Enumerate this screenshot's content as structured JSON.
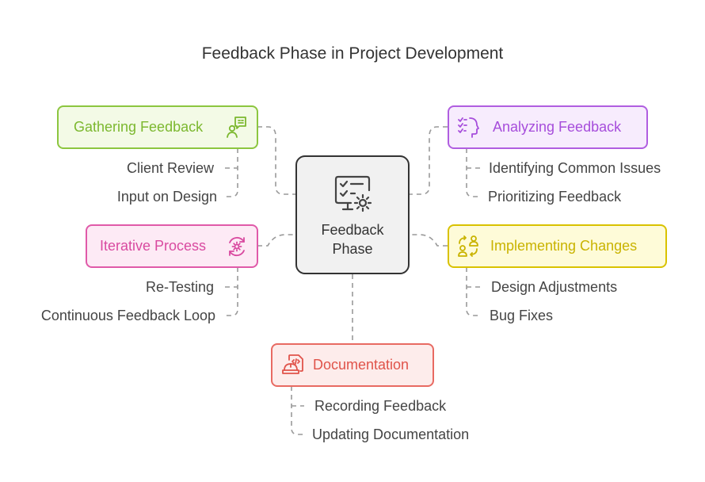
{
  "title": "Feedback Phase in Project Development",
  "center": {
    "label": "Feedback\nPhase",
    "icon": "checklist-gear-icon"
  },
  "branches": {
    "gathering": {
      "label": "Gathering Feedback",
      "icon": "chat-person-icon",
      "color": "#7cb82f",
      "fill": "#f3fae6",
      "items": [
        "Client Review",
        "Input on Design"
      ]
    },
    "analyzing": {
      "label": "Analyzing Feedback",
      "icon": "head-checklist-icon",
      "color": "#a64ddb",
      "fill": "#f7ecfd",
      "items": [
        "Identifying Common Issues",
        "Prioritizing Feedback"
      ]
    },
    "iterative": {
      "label": "Iterative Process",
      "icon": "cycle-gear-icon",
      "color": "#d94aa0",
      "fill": "#fdeaf5",
      "items": [
        "Re-Testing",
        "Continuous Feedback Loop"
      ]
    },
    "implementing": {
      "label": "Implementing Changes",
      "icon": "people-exchange-icon",
      "color": "#c9b300",
      "fill": "#fefbd8",
      "items": [
        "Design Adjustments",
        "Bug Fixes"
      ]
    },
    "documentation": {
      "label": "Documentation",
      "icon": "document-hardhat-icon",
      "color": "#e0534a",
      "fill": "#fdeceb",
      "items": [
        "Recording Feedback",
        "Updating Documentation"
      ]
    }
  }
}
